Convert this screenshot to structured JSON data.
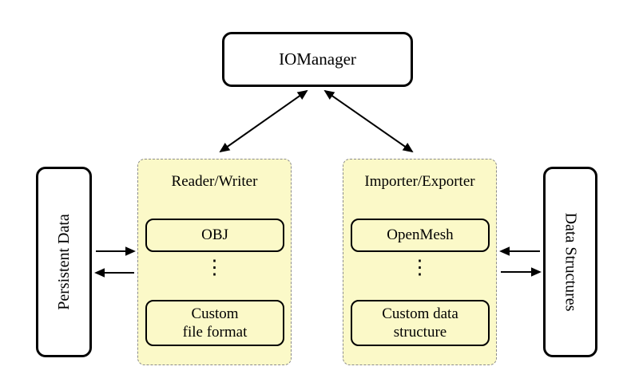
{
  "colors": {
    "background": "#ffffff",
    "panel_fill": "#fbf9c8",
    "panel_border": "#8c8c8c",
    "node_border": "#000000",
    "arrow": "#000000"
  },
  "nodes": {
    "io_manager": {
      "label": "IOManager"
    },
    "persistent_data": {
      "label": "Persistent Data"
    },
    "data_structures": {
      "label": "Data Structures"
    }
  },
  "panels": {
    "reader_writer": {
      "title": "Reader/Writer",
      "items": [
        {
          "label": "OBJ"
        },
        {
          "label": "⋮"
        },
        {
          "label": "Custom\nfile format"
        }
      ]
    },
    "importer_exporter": {
      "title": "Importer/Exporter",
      "items": [
        {
          "label": "OpenMesh"
        },
        {
          "label": "⋮"
        },
        {
          "label": "Custom data\nstructure"
        }
      ]
    }
  },
  "edges": [
    {
      "from": "IOManager",
      "to": "Reader/Writer",
      "direction": "bidirectional"
    },
    {
      "from": "IOManager",
      "to": "Importer/Exporter",
      "direction": "bidirectional"
    },
    {
      "from": "Persistent Data",
      "to": "Reader/Writer",
      "direction": "right"
    },
    {
      "from": "Reader/Writer",
      "to": "Persistent Data",
      "direction": "left"
    },
    {
      "from": "Data Structures",
      "to": "Importer/Exporter",
      "direction": "left"
    },
    {
      "from": "Importer/Exporter",
      "to": "Data Structures",
      "direction": "right"
    }
  ]
}
